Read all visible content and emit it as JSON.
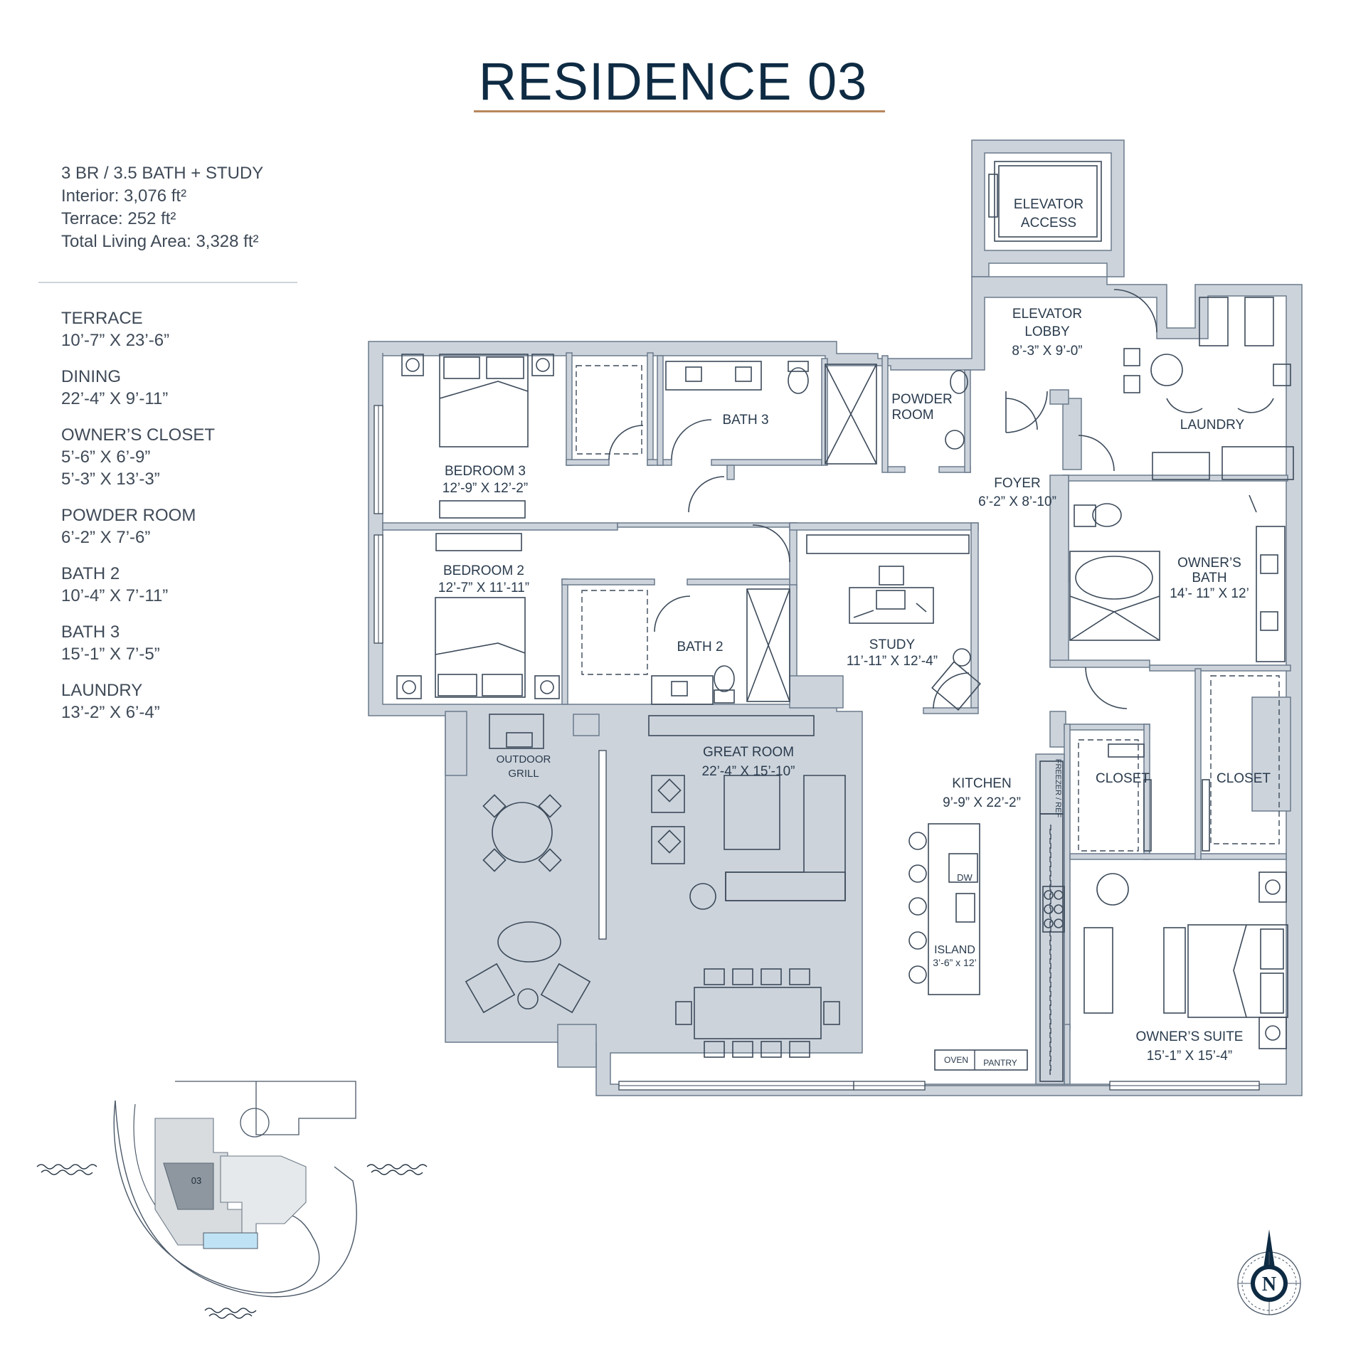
{
  "title": "RESIDENCE 03",
  "summary": {
    "line1": "3 BR / 3.5 BATH + STUDY",
    "interior": "Interior: 3,076 ft²",
    "terrace": "Terrace: 252 ft²",
    "total": "Total Living Area: 3,328 ft²"
  },
  "room_list": [
    {
      "name": "TERRACE",
      "dims": [
        "10’-7” X 23’-6”"
      ]
    },
    {
      "name": "DINING",
      "dims": [
        "22’-4” X 9’-11”"
      ]
    },
    {
      "name": "OWNER’S CLOSET",
      "dims": [
        "5’-6” X 6’-9”",
        "5’-3” X 13’-3”"
      ]
    },
    {
      "name": "POWDER ROOM",
      "dims": [
        "6’-2” X 7’-6”"
      ]
    },
    {
      "name": "BATH 2",
      "dims": [
        "10’-4” X 7’-11”"
      ]
    },
    {
      "name": "BATH 3",
      "dims": [
        "15’-1” X 7’-5”"
      ]
    },
    {
      "name": "LAUNDRY",
      "dims": [
        "13’-2” X 6’-4”"
      ]
    }
  ],
  "plan_labels": {
    "elevator_access": [
      "ELEVATOR",
      "ACCESS"
    ],
    "elevator_lobby": [
      "ELEVATOR",
      "LOBBY",
      "8’-3” X 9’-0”"
    ],
    "powder_room": [
      "POWDER",
      "ROOM"
    ],
    "bath3": "BATH 3",
    "laundry": "LAUNDRY",
    "bedroom3": [
      "BEDROOM 3",
      "12’-9” X 12’-2”"
    ],
    "foyer": [
      "FOYER",
      "6’-2” X 8’-10”"
    ],
    "bedroom2": [
      "BEDROOM 2",
      "12’-7” X 11’-11”"
    ],
    "owners_bath": [
      "OWNER’S",
      "BATH",
      "14’- 11” X 12’"
    ],
    "study": [
      "STUDY",
      "11’-11” X 12’-4”"
    ],
    "bath2": "BATH 2",
    "great_room": [
      "GREAT ROOM",
      "22’-4” X 15’-10”"
    ],
    "outdoor_grill": [
      "OUTDOOR",
      "GRILL"
    ],
    "kitchen": [
      "KITCHEN",
      "9’-9” X 22’-2”"
    ],
    "closet_left": "CLOSET",
    "closet_right": "CLOSET",
    "freezer": "FREEZER / REF",
    "dw": "DW",
    "island": [
      "ISLAND",
      "3’-6” x 12’"
    ],
    "oven": "OVEN",
    "pantry": "PANTRY",
    "owners_suite": [
      "OWNER’S SUITE",
      "15’-1” X 15’-4”"
    ]
  },
  "keyplan": {
    "unit": "03"
  },
  "compass": {
    "letter": "N"
  },
  "colors": {
    "title": "#0e2b43",
    "accent_rule": "#b8865c",
    "wall": "#ccd3db",
    "keyplan_unit": "#8e979f",
    "pool": "#bfe3f4"
  }
}
